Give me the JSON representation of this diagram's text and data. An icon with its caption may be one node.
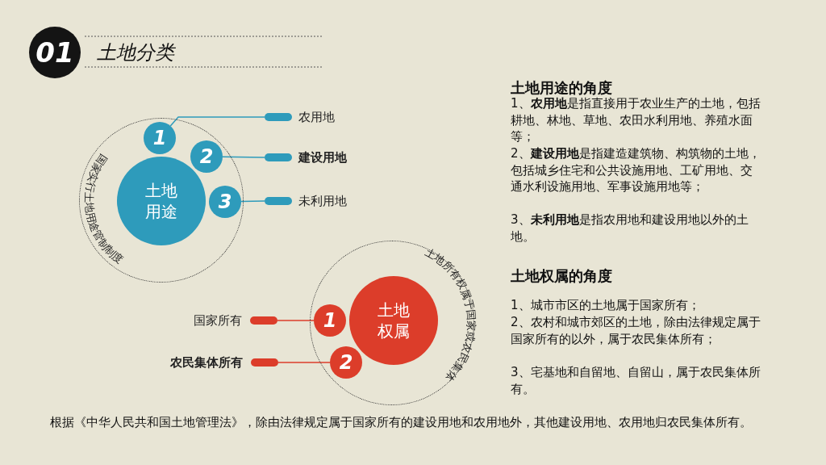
{
  "diagram": {
    "title": "土地分类",
    "caption": "根据《中华人民共和国土地管理法》，除由法律规定属于国家所有的建设用地和农用地外，其他建设用地、农用地归农民集体所有。",
    "nodes": [
      {
        "text": [
          "01"
        ]
      },
      {
        "text": [
          "国家实行土地用途管制制度"
        ]
      },
      {
        "text": [
          "土地用途"
        ],
        "in": 1
      },
      {
        "text": [
          "1"
        ],
        "in": 1
      },
      {
        "text": [
          "2"
        ],
        "in": 1
      },
      {
        "text": [
          "3"
        ],
        "in": 1
      },
      {
        "text": [
          "农用地"
        ]
      },
      {
        "text": [
          "建设用地"
        ]
      },
      {
        "text": [
          "未利用地"
        ]
      },
      {
        "text": [
          "土地所有权属于国家或农民集体"
        ]
      },
      {
        "text": [
          "土地权属"
        ],
        "in": 9
      },
      {
        "text": [
          "1"
        ],
        "in": 9
      },
      {
        "text": [
          "2"
        ],
        "in": 9
      },
      {
        "text": [
          "国家所有"
        ]
      },
      {
        "text": [
          "农民集体所有"
        ]
      }
    ],
    "edges": [
      {
        "from": 3,
        "to": 6,
        "arrow": "none"
      },
      {
        "from": 4,
        "to": 7,
        "arrow": "none"
      },
      {
        "from": 5,
        "to": 8,
        "arrow": "none"
      },
      {
        "from": 11,
        "to": 13,
        "arrow": "none",
        "color": "#dc3d2a"
      },
      {
        "from": 12,
        "to": 14,
        "arrow": "none",
        "color": "#dc3d2a"
      }
    ],
    "labels": [
      "土地用途的角度",
      "1、**农用地**是指直接用于农业生产的土地，包括耕地、林地、草地、农田水利用地、养殖水面等；",
      "2、**建设用地**是指建造建筑物、构筑物的土地，包括城乡住宅和公共设施用地、工矿用地、交通水利设施用地、军事设施用地等；",
      "3、**未利用地**是指农用地和建设用地以外的土地。",
      "土地权属的角度",
      "1、城市市区的土地属于国家所有；",
      "2、农村和城市郊区的土地，除由法律规定属于国家所有的以外，属于农民集体所有；",
      "3、宅基地和自留地、自留山，属于农民集体所有。"
    ]
  }
}
